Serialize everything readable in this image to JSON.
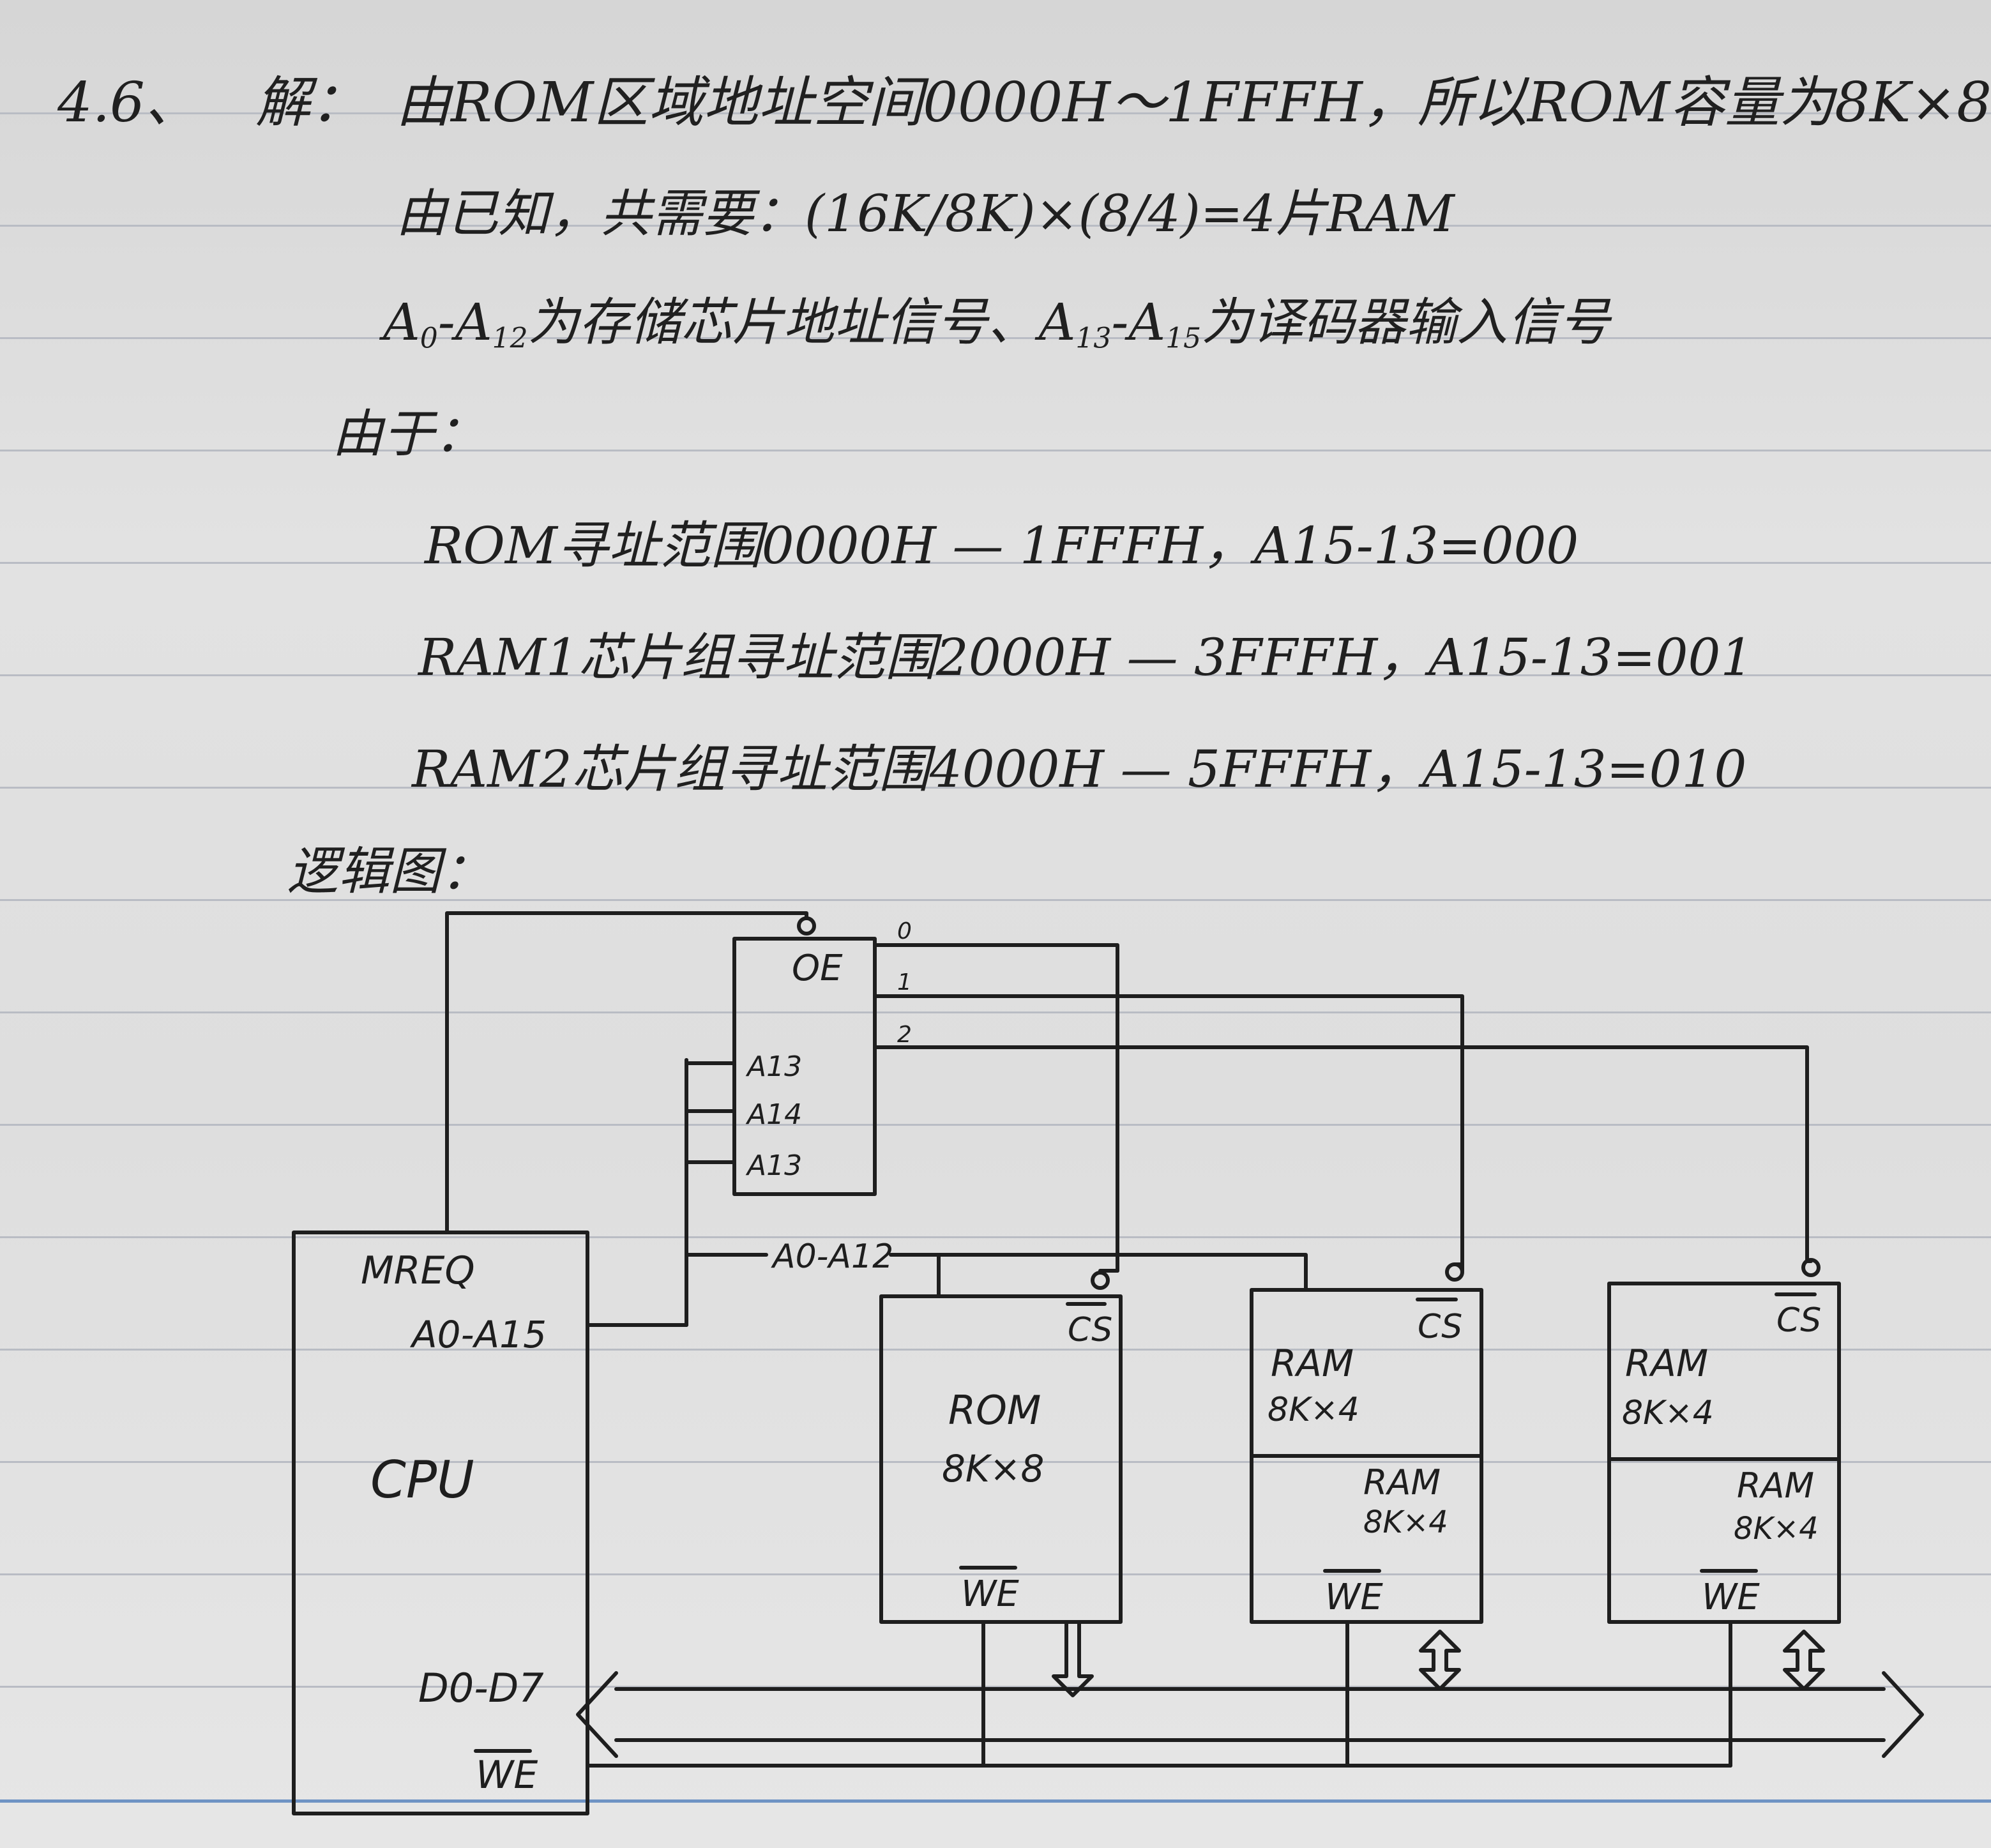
{
  "text": {
    "problem_number": "4.6、",
    "solution_label": "解：",
    "line1": "由ROM区域地址空间0000H～1FFFH，所以ROM容量为8K×8",
    "line2": "由已知，共需要：(16K/8K)×(8/4)=4片RAM",
    "line3_a": "A",
    "line3_a0": "0",
    "line3_dash": "-A",
    "line3_a12": "12",
    "line3_mid": "为存储芯片地址信号、A",
    "line3_a13": "13",
    "line3_dash2": "-A",
    "line3_a15": "15",
    "line3_end": "为译码器输入信号",
    "line4": "由于：",
    "rom_range": "ROM寻址范围0000H — 1FFFH，A15-13=000",
    "ram1_range": "RAM1芯片组寻址范围2000H — 3FFFH，A15-13=001",
    "ram2_range": "RAM2芯片组寻址范围4000H — 5FFFH，A15-13=010",
    "logic_label": "逻辑图："
  },
  "diagram": {
    "decoder": {
      "oe": "OE",
      "inputs": [
        "A13",
        "A14",
        "A13"
      ],
      "outputs": [
        "0",
        "1",
        "2"
      ]
    },
    "cpu": {
      "name": "CPU",
      "mreq": "MREQ",
      "address": "A0-A15",
      "data": "D0-D7",
      "we": "WE"
    },
    "address_bus_label": "A0-A12",
    "rom": {
      "name": "ROM",
      "size": "8K×8",
      "cs": "CS",
      "we": "WE"
    },
    "ram_group1": {
      "upper_name": "RAM",
      "upper_size": "8K×4",
      "lower_name": "RAM",
      "lower_size": "8K×4",
      "cs": "CS",
      "we": "WE"
    },
    "ram_group2": {
      "upper_name": "RAM",
      "upper_size": "8K×4",
      "lower_name": "RAM",
      "lower_size": "8K×4",
      "cs": "CS",
      "we": "WE"
    }
  },
  "colors": {
    "ink": "#1e1e1e",
    "paper": "#dedede",
    "ruled_line": "#b9bcc4",
    "margin_line": "#6f93c4"
  }
}
